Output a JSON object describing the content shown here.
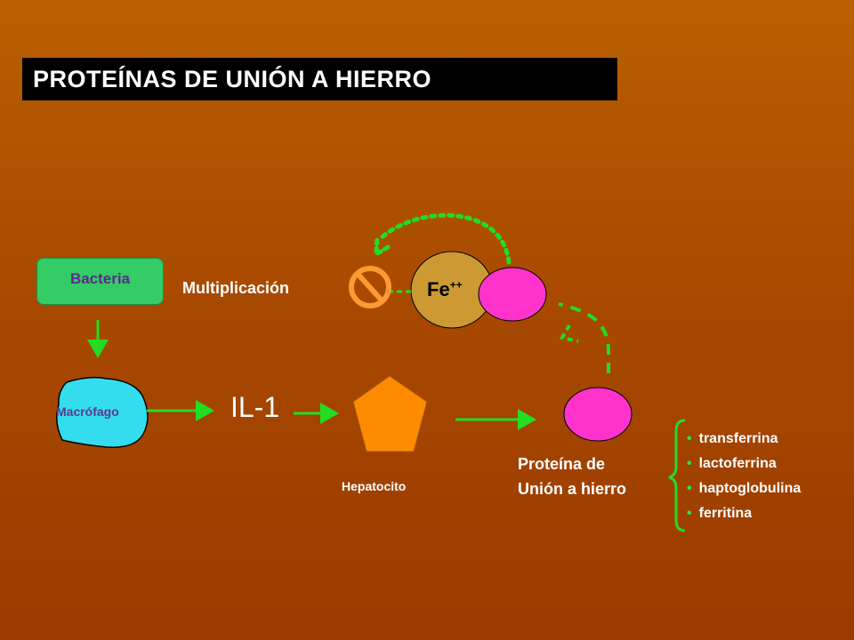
{
  "title": "PROTEÍNAS DE UNIÓN A HIERRO",
  "nodes": {
    "bacteria": "Bacteria",
    "multiplication": "Multiplicación",
    "fe_base": "Fe",
    "fe_sup": "++",
    "macrophage": "Macrófago",
    "il1": "IL-1",
    "hepatocyte": "Hepatocito",
    "protein_line1": "Proteína de",
    "protein_line2": "Unión a hierro"
  },
  "protein_list": [
    "transferrina",
    "lactoferrina",
    "haptoglobulina",
    "ferritina"
  ],
  "colors": {
    "arrow": "#22dd22",
    "bacteria_fill": "#33cc66",
    "macrophage_fill": "#33ddee",
    "hepatocyte_fill": "#ff8c00",
    "iron_fill": "#cc9933",
    "protein_fill": "#ff33cc",
    "prohibit": "#ff9933"
  }
}
